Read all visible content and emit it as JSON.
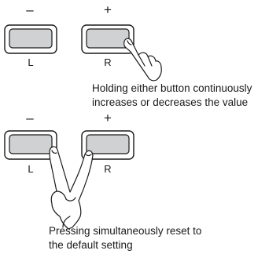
{
  "panel_top": {
    "minus_symbol": "–",
    "plus_symbol": "+",
    "left_label": "L",
    "right_label": "R",
    "caption_line1": "Holding either button continuously",
    "caption_line2": "increases or decreases the value"
  },
  "panel_bottom": {
    "minus_symbol": "–",
    "plus_symbol": "+",
    "left_label": "L",
    "right_label": "R",
    "caption_line1": "Pressing simultaneously reset to",
    "caption_line2": "the default setting"
  },
  "colors": {
    "button_fill": "#cfd1d3",
    "outline": "#1a1a1a",
    "background": "#ffffff"
  }
}
